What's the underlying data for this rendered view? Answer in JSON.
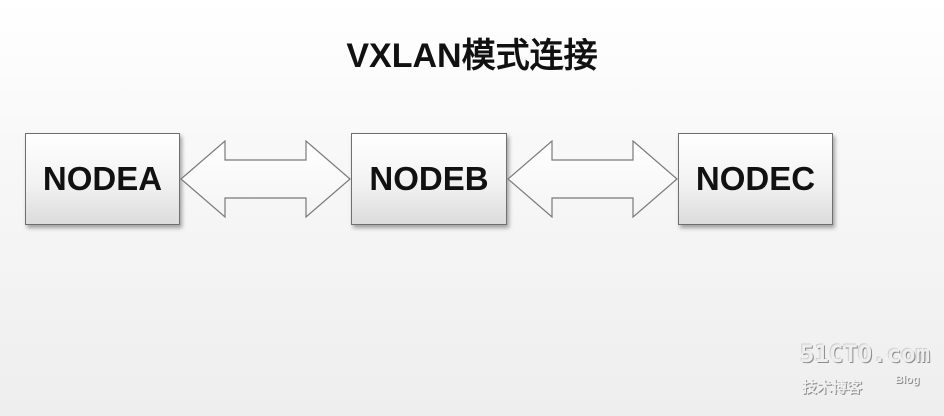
{
  "title": "VXLAN模式连接",
  "nodes": [
    {
      "label": "NODEA"
    },
    {
      "label": "NODEB"
    },
    {
      "label": "NODEC"
    }
  ],
  "connections": [
    {
      "from": "NODEA",
      "to": "NODEB",
      "style": "double-headed block arrow"
    },
    {
      "from": "NODEB",
      "to": "NODEC",
      "style": "double-headed block arrow"
    }
  ],
  "watermark": {
    "logo": "51CTO.com",
    "subtitle": "技术博客",
    "blog": "Blog"
  },
  "colors": {
    "node_border": "#6f6f6f",
    "arrow_stroke": "#7a7a7a",
    "text": "#111111"
  }
}
